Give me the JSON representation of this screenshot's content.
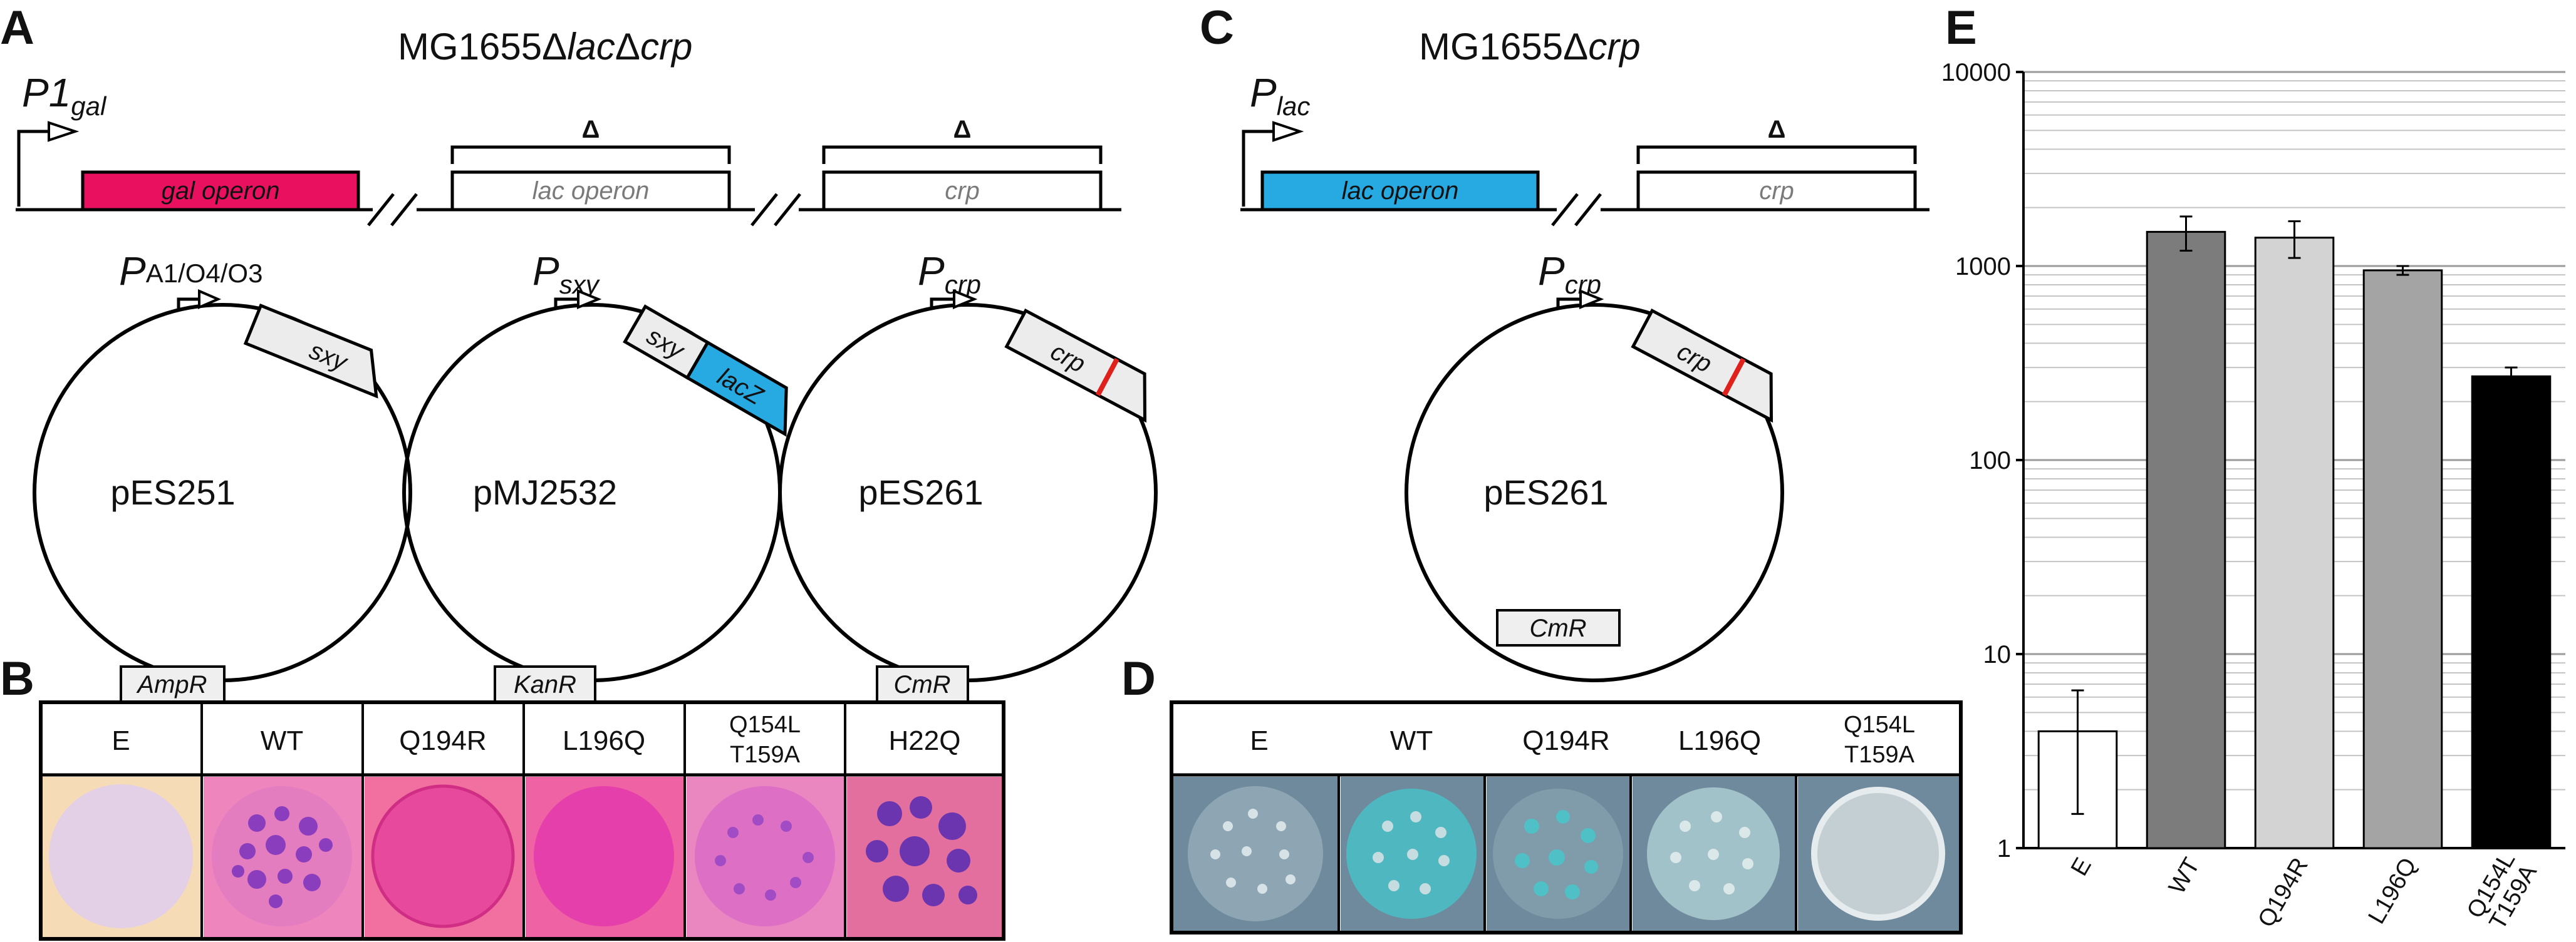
{
  "panels": {
    "A": {
      "letter": "A",
      "strain_prefix": "MG1655Δ",
      "strain_italic_1": "lac",
      "strain_mid": "Δ",
      "strain_italic_2": "crp",
      "chrom_promoter": "P1",
      "chrom_promoter_sub": "gal",
      "genes": [
        {
          "label": "gal operon",
          "state": "present",
          "color": "#e8105f"
        },
        {
          "label": "lac operon",
          "state": "deleted"
        },
        {
          "label": "crp",
          "state": "deleted"
        }
      ],
      "delta_symbol": "Δ",
      "plasmids": [
        {
          "name": "pES251",
          "promoter": "P",
          "promoter_sub": "A1/O4/O3",
          "promoter_sub_italic": false,
          "gene": "sxy",
          "marker": "AmpR"
        },
        {
          "name": "pMJ2532",
          "promoter": "P",
          "promoter_sub": "sxy",
          "promoter_sub_italic": true,
          "gene": "sxy",
          "gene2": "lacZ",
          "marker": "KanR"
        },
        {
          "name": "pES261",
          "promoter": "P",
          "promoter_sub": "crp",
          "promoter_sub_italic": true,
          "gene": "crp",
          "marker": "CmR"
        }
      ]
    },
    "B": {
      "letter": "B",
      "columns": [
        "E",
        "WT",
        "Q194R",
        "L196Q",
        "Q154L",
        "H22Q"
      ],
      "column_second_line": [
        "",
        "",
        "",
        "",
        "T159A",
        ""
      ]
    },
    "C": {
      "letter": "C",
      "strain_prefix": "MG1655Δ",
      "strain_italic": "crp",
      "chrom_promoter": "P",
      "chrom_promoter_sub": "lac",
      "genes": [
        {
          "label": "lac operon",
          "state": "present",
          "color": "#27a9e1"
        },
        {
          "label": "crp",
          "state": "deleted"
        }
      ],
      "delta_symbol": "Δ",
      "plasmid": {
        "name": "pES261",
        "promoter": "P",
        "promoter_sub": "crp",
        "gene": "crp",
        "marker": "CmR"
      }
    },
    "D": {
      "letter": "D",
      "columns": [
        "E",
        "WT",
        "Q194R",
        "L196Q",
        "Q154L"
      ],
      "column_second_line": [
        "",
        "",
        "",
        "",
        "T159A"
      ]
    },
    "E": {
      "letter": "E"
    }
  },
  "chart_data": {
    "type": "bar",
    "title": "",
    "xlabel": "",
    "ylabel": "",
    "yscale": "log",
    "ylim": [
      1,
      10000
    ],
    "yticks": [
      1,
      10,
      100,
      1000,
      10000
    ],
    "grid": true,
    "categories": [
      "E",
      "WT",
      "Q194R",
      "L196Q",
      "Q154L\nT159A"
    ],
    "values": [
      4,
      1500,
      1400,
      950,
      270
    ],
    "error_low": [
      1.5,
      1200,
      1100,
      900,
      245
    ],
    "error_high": [
      6.5,
      1800,
      1700,
      1000,
      300
    ],
    "colors": [
      "#ffffff",
      "#7c7c7c",
      "#d3d3d3",
      "#a4a4a4",
      "#000000"
    ]
  }
}
